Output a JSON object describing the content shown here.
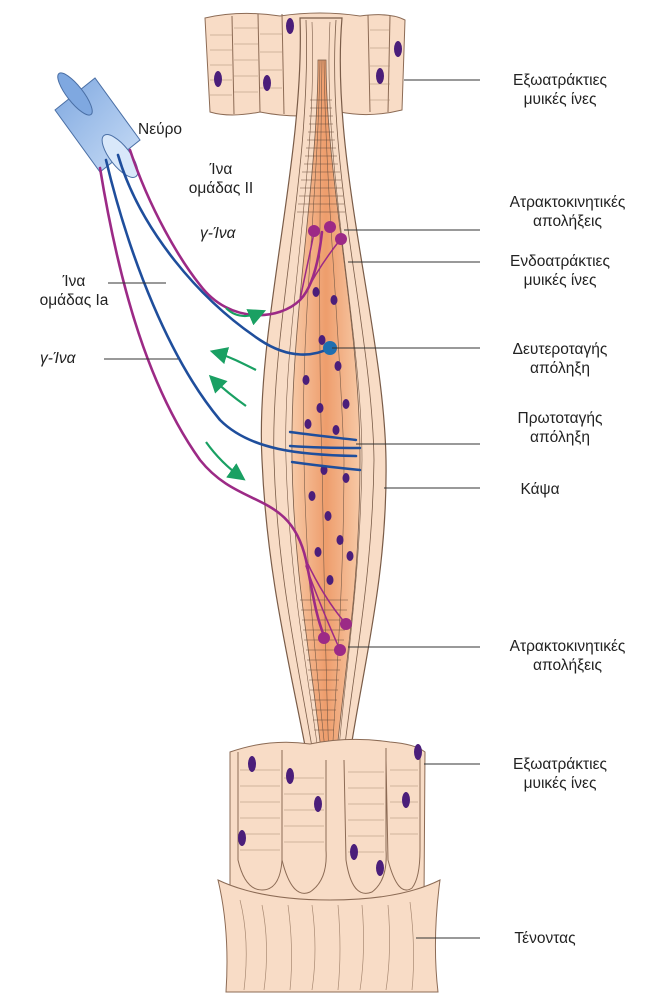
{
  "labels": {
    "nerve": "Νεύρο",
    "group_ii_fiber": [
      "Ίνα",
      "ομάδας ΙΙ"
    ],
    "gamma_fiber_top": "γ-Ίνα",
    "group_ia_fiber": [
      "Ίνα",
      "ομάδας Ia"
    ],
    "gamma_fiber_bottom": "γ-Ίνα",
    "extrafusal_top": [
      "Εξωατράκτιες",
      "μυικές ίνες"
    ],
    "fusimotor_top": [
      "Ατρακτοκινητικές",
      "απολήξεις"
    ],
    "intrafusal": [
      "Ενδοατράκτιες",
      "μυικές ίνες"
    ],
    "secondary_ending": [
      "Δευτεροταγής",
      "απόληξη"
    ],
    "primary_ending": [
      "Πρωτοταγής",
      "απόληξη"
    ],
    "capsule": "Κάψα",
    "fusimotor_bottom": [
      "Ατρακτοκινητικές",
      "απολήξεις"
    ],
    "extrafusal_bottom": [
      "Εξωατράκτιες",
      "μυικές ίνες"
    ],
    "tendon": "Τένοντας"
  },
  "colors": {
    "muscle_light": "#f8dcc6",
    "spindle_core": "#f1a77a",
    "nucleus": "#4b1e7a",
    "blue_fiber": "#1f4e9c",
    "purple_fiber": "#9c2a86",
    "arrow_green": "#1aa063",
    "nerve_cap": "#a9c8ee"
  },
  "icons": {
    "afferent_arrow": "green-arrow-icon",
    "nerve_bundle": "nerve-cylinder-icon"
  }
}
